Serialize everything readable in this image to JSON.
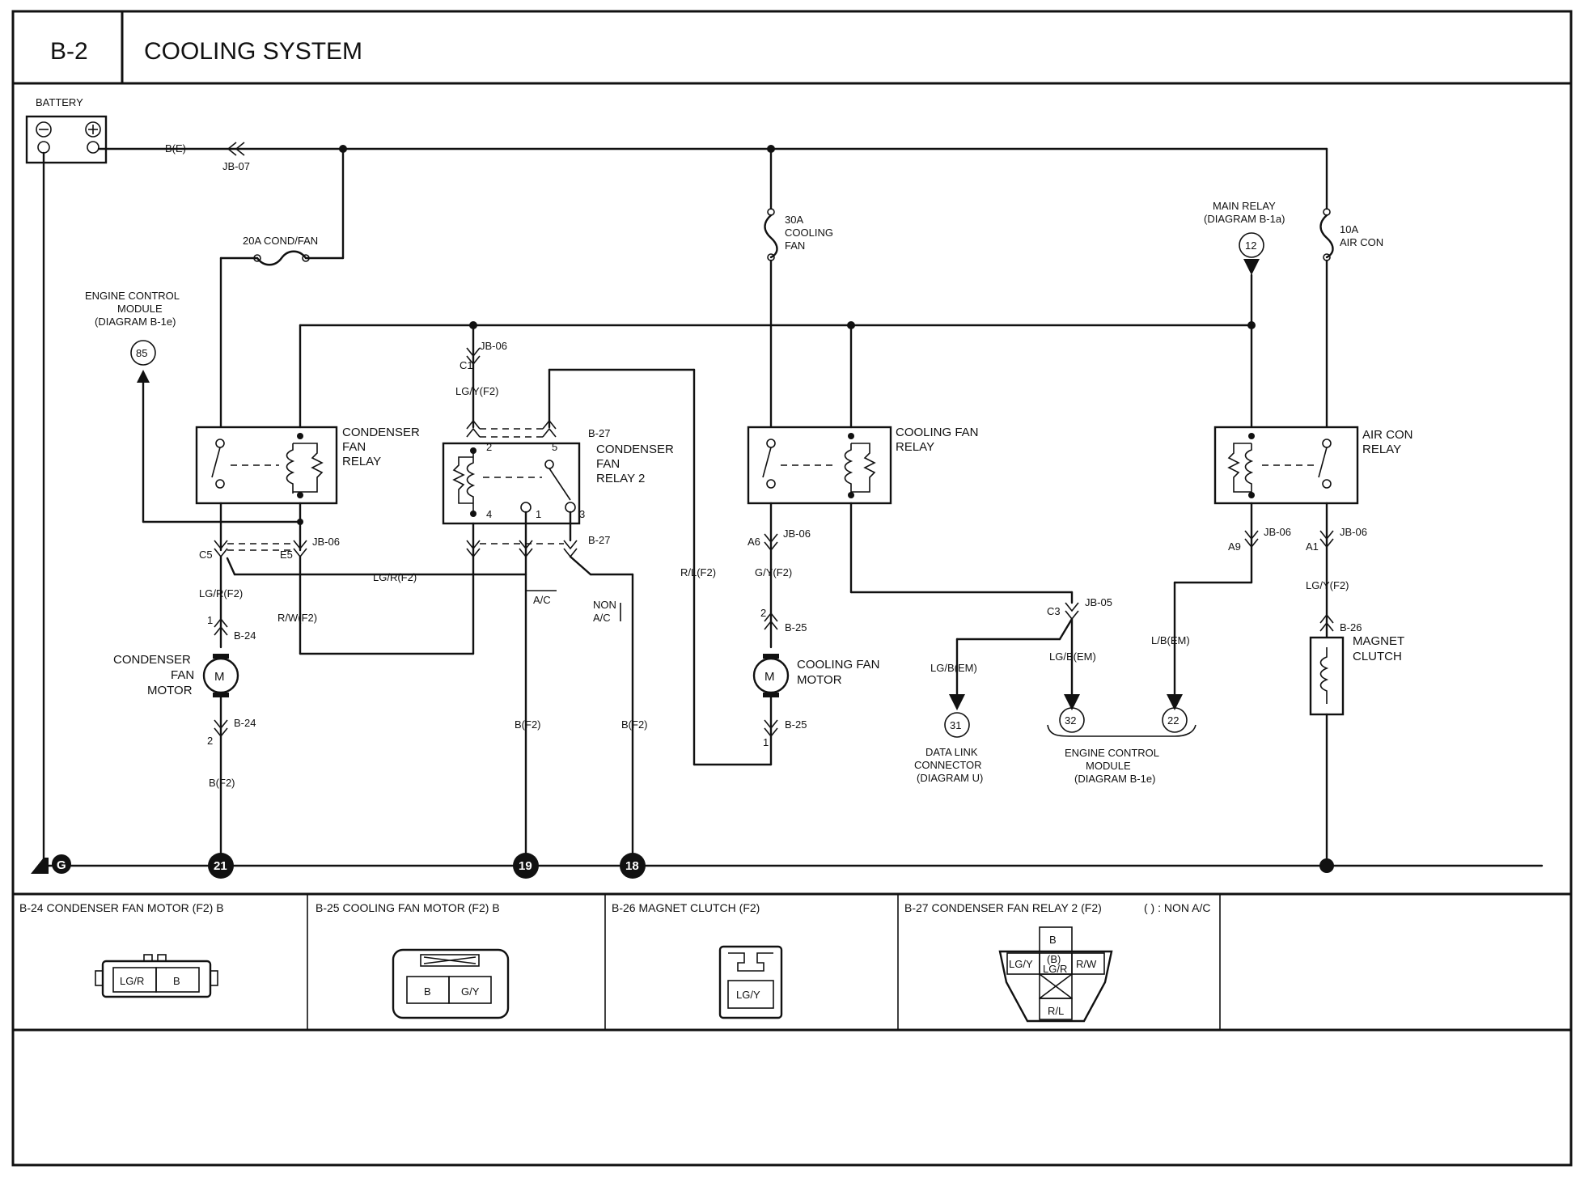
{
  "header": {
    "code": "B-2",
    "title": "COOLING SYSTEM"
  },
  "components": {
    "battery": "BATTERY",
    "fuse_cond_fan": "20A COND/FAN",
    "fuse_cooling_fan": [
      "30A",
      "COOLING",
      "FAN"
    ],
    "fuse_air_con": [
      "10A",
      "AIR CON"
    ],
    "ecm_ref": [
      "ENGINE CONTROL",
      "MODULE",
      "(DIAGRAM B-1e)"
    ],
    "ecm_ref_num": "85",
    "main_relay_ref": [
      "MAIN RELAY",
      "(DIAGRAM B-1a)"
    ],
    "main_relay_num": "12",
    "condenser_fan_relay": [
      "CONDENSER",
      "FAN",
      "RELAY"
    ],
    "condenser_fan_relay_2": [
      "CONDENSER",
      "FAN",
      "RELAY 2"
    ],
    "cooling_fan_relay": [
      "COOLING FAN",
      "RELAY"
    ],
    "air_con_relay": [
      "AIR CON",
      "RELAY"
    ],
    "condenser_fan_motor": [
      "CONDENSER",
      "FAN",
      "MOTOR"
    ],
    "cooling_fan_motor": [
      "COOLING FAN",
      "MOTOR"
    ],
    "magnet_clutch": [
      "MAGNET",
      "CLUTCH"
    ],
    "data_link": [
      "DATA LINK",
      "CONNECTOR",
      "(DIAGRAM U)"
    ],
    "data_link_num": "31",
    "ecm_bottom": [
      "ENGINE CONTROL",
      "MODULE",
      "(DIAGRAM B-1e)"
    ],
    "ecm_bottom_nums": [
      "32",
      "22"
    ],
    "motor_symbol": "M",
    "ac_label": "A/C",
    "non_ac_label": [
      "NON",
      "A/C"
    ]
  },
  "wire_labels": {
    "b_e": "B(E)",
    "jb07": "JB-07",
    "jb06": "JB-06",
    "jb05": "JB-05",
    "c1": "C1",
    "c5": "C5",
    "e5": "E5",
    "c3": "C3",
    "a6": "A6",
    "a9": "A9",
    "a1": "A1",
    "lgy_f2": "LG/Y(F2)",
    "lgr_f2": "LG/R(F2)",
    "lgr_f2_mid": "LG/R(F2)",
    "rw_f2": "R/W(F2)",
    "rl_f2": "R/L(F2)",
    "gy_f2": "G/Y(F2)",
    "b_f2_a": "B(F2)",
    "b_f2_b": "B(F2)",
    "b_f2_c": "B(F2)",
    "lgb_em_a": "LG/B(EM)",
    "lgb_em_b": "LG/B(EM)",
    "lb_em": "L/B(EM)",
    "lgy_f2_right": "LG/Y(F2)",
    "b24": "B-24",
    "b24b": "B-24",
    "b25": "B-25",
    "b25b": "B-25",
    "b26": "B-26",
    "b27": "B-27",
    "b27b": "B-27",
    "pin1": "1",
    "pin2": "2",
    "pin3": "3",
    "pin4": "4",
    "pin5": "5"
  },
  "grounds": {
    "g": "G",
    "g21": "21",
    "g19": "19",
    "g18": "18"
  },
  "connectors": [
    {
      "title": "B-24 CONDENSER FAN MOTOR (F2) B",
      "pins": [
        "LG/R",
        "B"
      ]
    },
    {
      "title": "B-25 COOLING FAN MOTOR (F2) B",
      "pins": [
        "B",
        "G/Y"
      ]
    },
    {
      "title": "B-26 MAGNET CLUTCH (F2)",
      "pins": [
        "LG/Y"
      ]
    },
    {
      "title": "B-27 CONDENSER FAN RELAY 2 (F2)",
      "note": "( ) : NON A/C",
      "pins": [
        "B",
        "LG/Y",
        "(B)",
        "LG/R",
        "R/W",
        "R/L"
      ]
    }
  ]
}
